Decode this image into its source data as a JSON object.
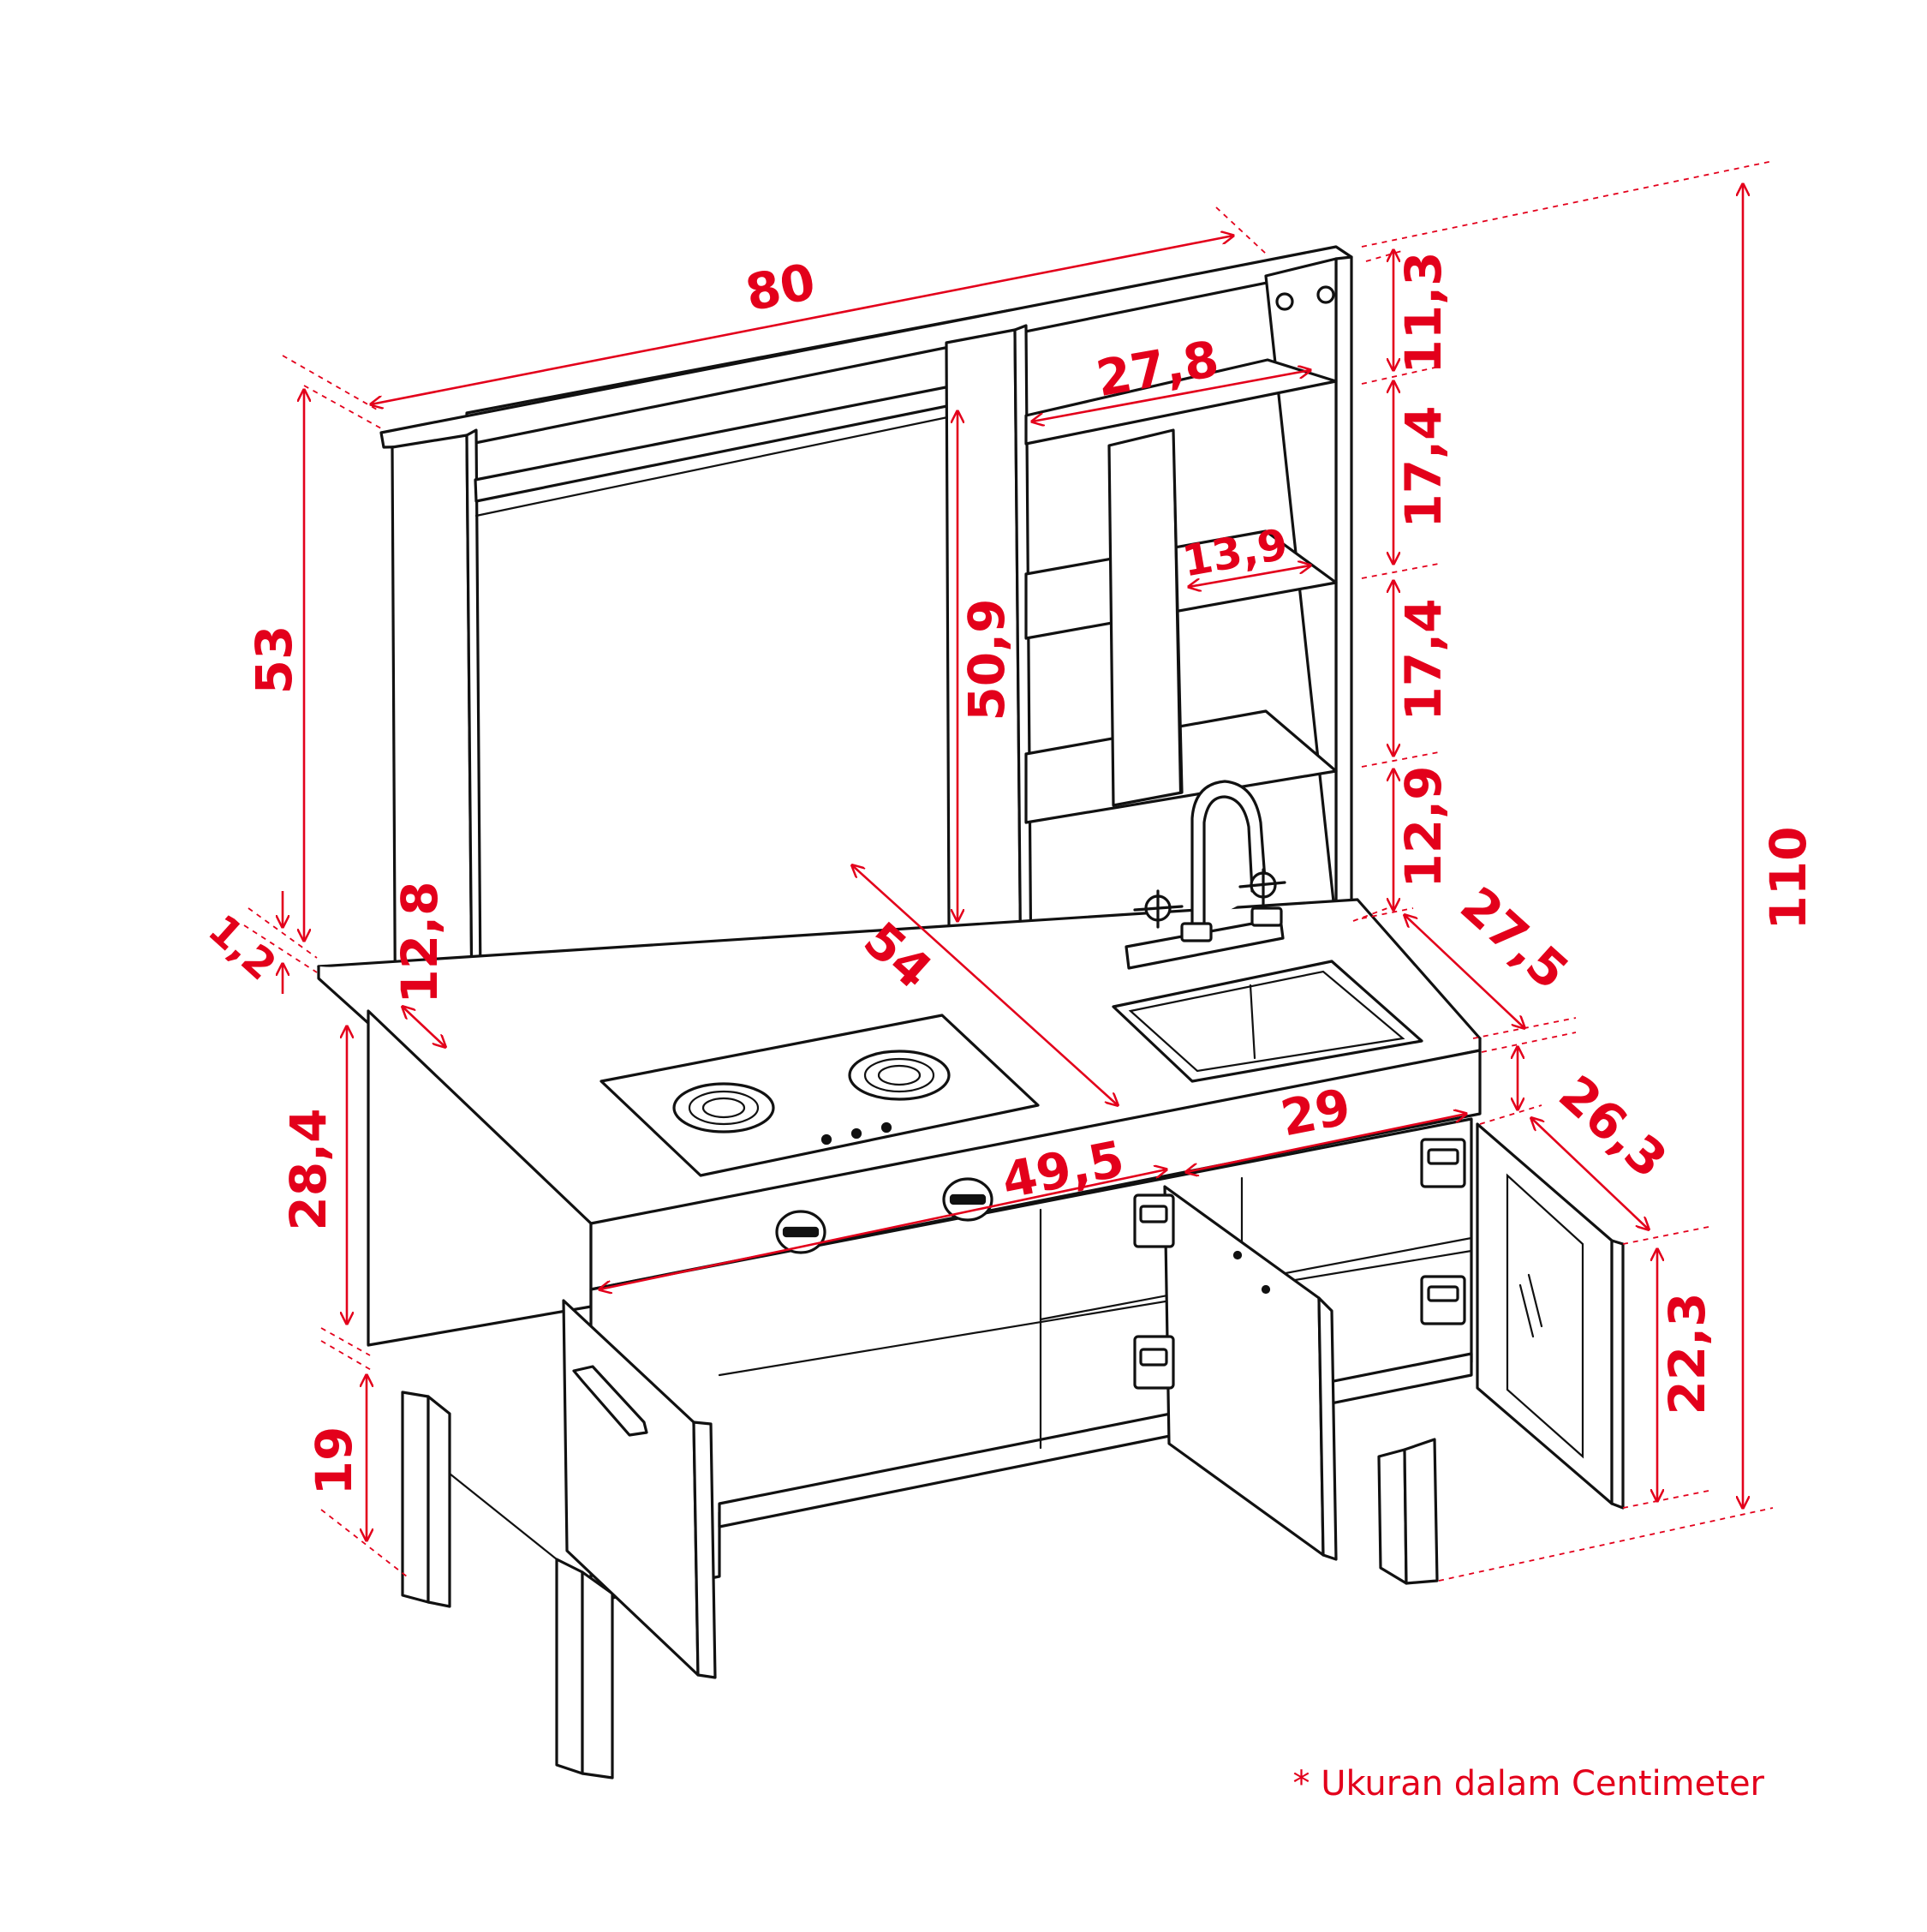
{
  "colors": {
    "dimension": "#e3001b",
    "outline": "#111111",
    "background": "#ffffff"
  },
  "dimensions": {
    "total_width": "80",
    "upper_height": "53",
    "total_height": "110",
    "top_shelf_gap": "11,3",
    "shelf_width": "27,8",
    "shelf_gap_1": "17,4",
    "cubby_width": "13,9",
    "shelf_gap_2": "17,4",
    "faucet_gap": "12,9",
    "divider_height": "50,9",
    "counter_depth": "54",
    "side_depth": "27,5",
    "top_thickness": "1,2",
    "board_depth": "12,8",
    "cabinet_height": "28,4",
    "leg_height": "19",
    "sink_width": "29",
    "left_opening": "49,5",
    "right_door_width": "26,3",
    "right_door_height": "22,3"
  },
  "note": "* Ukuran dalam Centimeter"
}
